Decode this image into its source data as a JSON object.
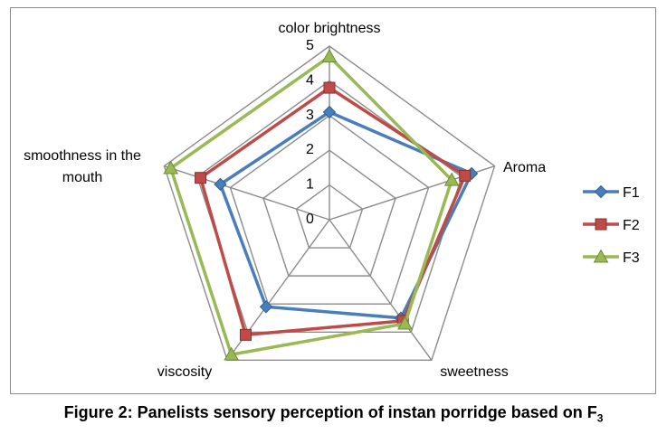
{
  "chart_data": {
    "type": "radar",
    "axes": [
      "color brightness",
      "Aroma",
      "sweetness",
      "viscosity",
      "smoothness in the mouth"
    ],
    "r_range": [
      0,
      5
    ],
    "r_ticks": [
      "0",
      "1",
      "2",
      "3",
      "4",
      "5"
    ],
    "series": [
      {
        "name": "F1",
        "values": [
          3.1,
          4.3,
          3.5,
          3.1,
          3.3
        ],
        "color": "#4a7ebb",
        "marker": "diamond"
      },
      {
        "name": "F2",
        "values": [
          3.8,
          4.1,
          3.6,
          4.1,
          3.9
        ],
        "color": "#be4b48",
        "marker": "square"
      },
      {
        "name": "F3",
        "values": [
          4.7,
          3.7,
          3.7,
          4.8,
          4.8
        ],
        "color": "#98b954",
        "marker": "triangle"
      }
    ],
    "grid": true,
    "legend_position": "right"
  },
  "caption": {
    "text": "Figure 2: Panelists sensory perception of instan porridge based on F",
    "subscript": "3"
  }
}
